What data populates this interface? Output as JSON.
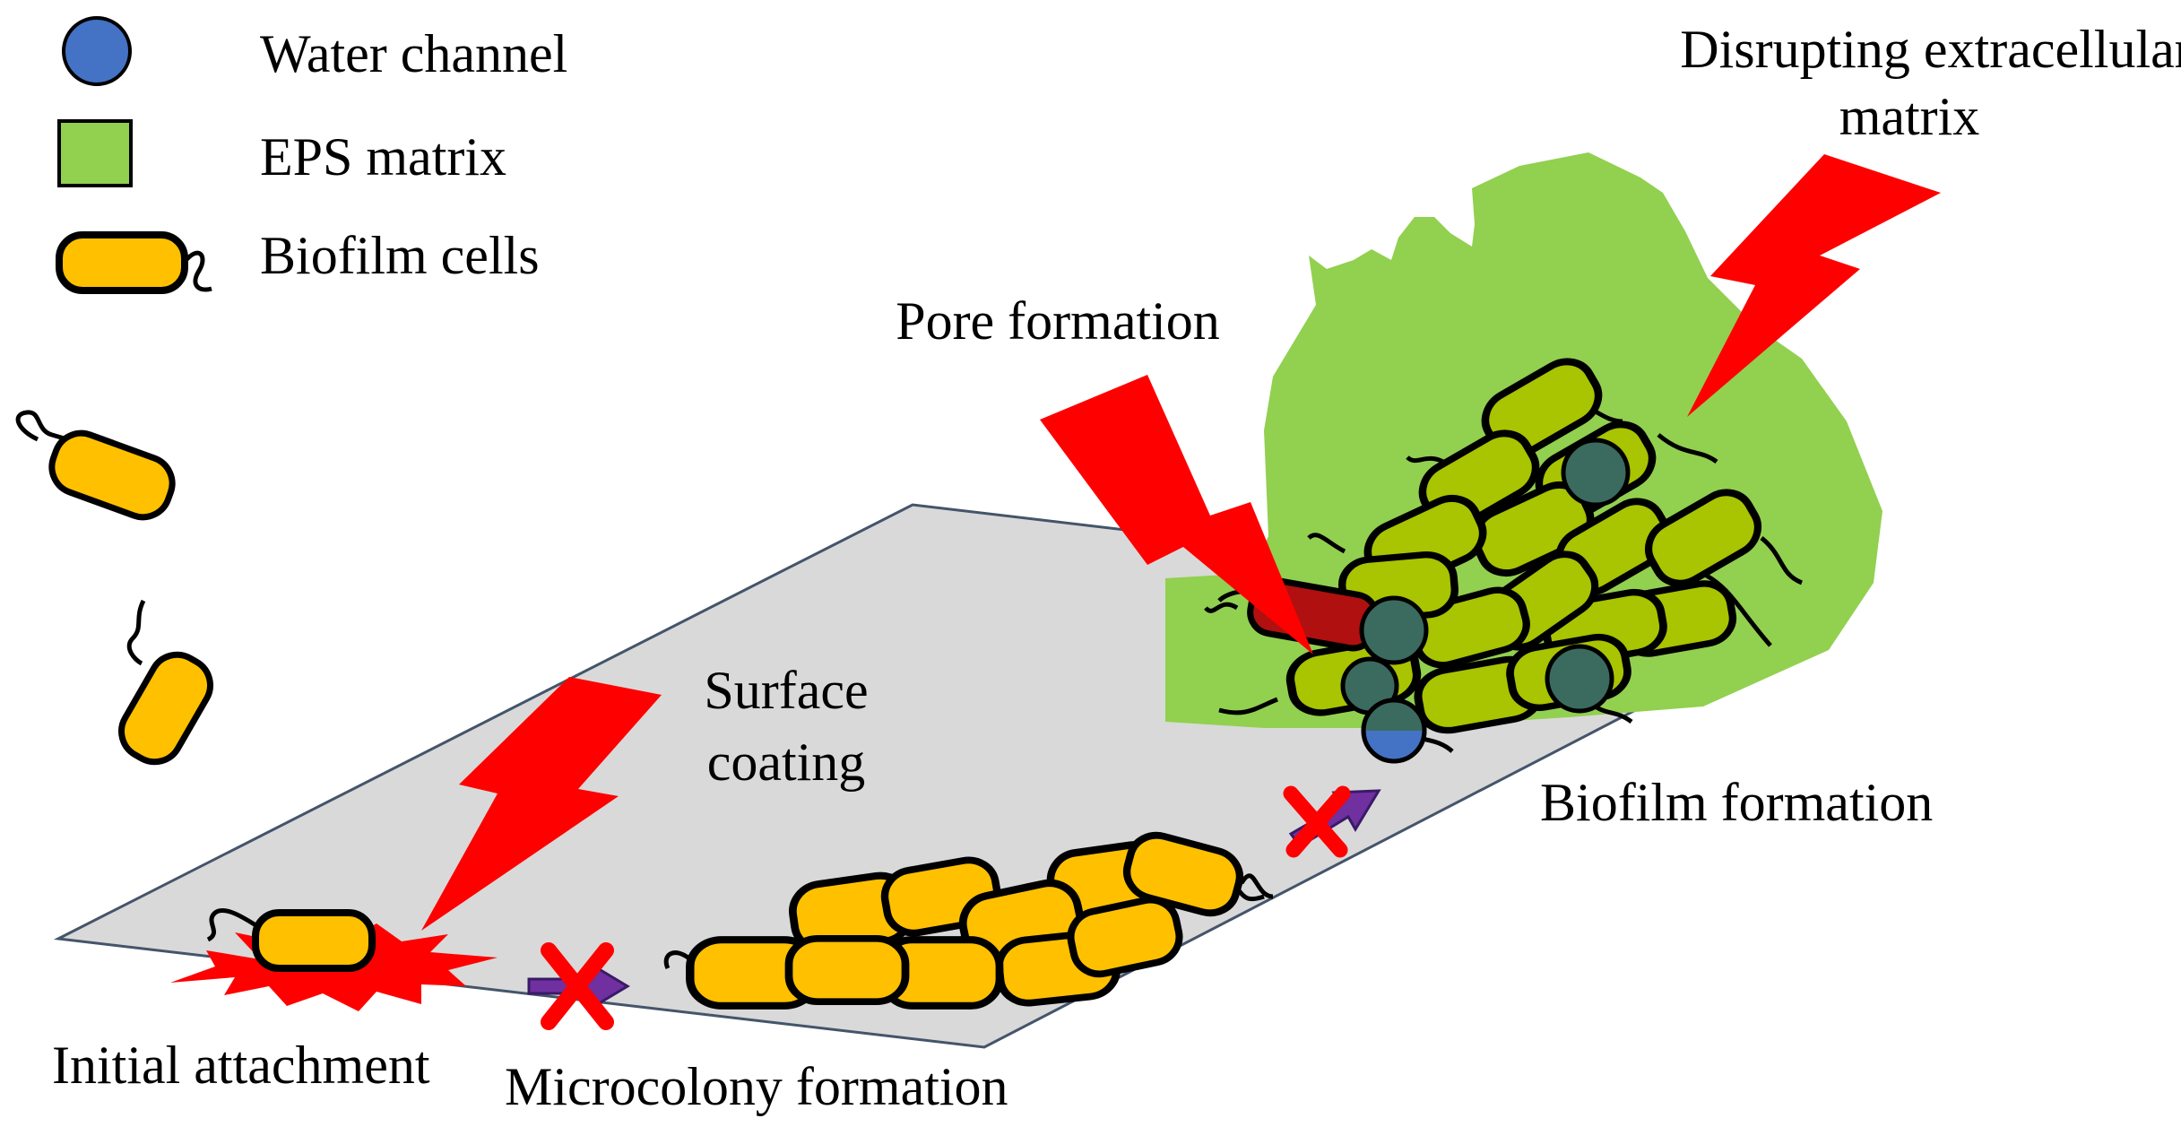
{
  "legend": {
    "items": [
      {
        "icon": "water-channel-icon",
        "label": "Water channel",
        "color": "#4472c4"
      },
      {
        "icon": "eps-matrix-icon",
        "label": "EPS matrix",
        "color": "#92d050"
      },
      {
        "icon": "biofilm-cell-icon",
        "label": "Biofilm cells",
        "color": "#ffc000"
      }
    ]
  },
  "stages": {
    "initial_attachment": "Initial attachment",
    "microcolony_formation": "Microcolony formation",
    "biofilm_formation": "Biofilm formation"
  },
  "interventions": {
    "surface_coating": [
      "Surface",
      "coating"
    ],
    "pore_formation": "Pore formation",
    "disrupting_matrix": [
      "Disrupting extracellular",
      "matrix"
    ]
  },
  "colors": {
    "surface": "#d9d9d9",
    "cell": "#ffc000",
    "mature_cell": "#a9c400",
    "eps": "#92d050",
    "water_channel": "#4472c4",
    "channel_dark": "#3a6b5e",
    "lightning": "#ff0000",
    "damaged_cell": "#b01010",
    "arrow": "#7030a0"
  }
}
